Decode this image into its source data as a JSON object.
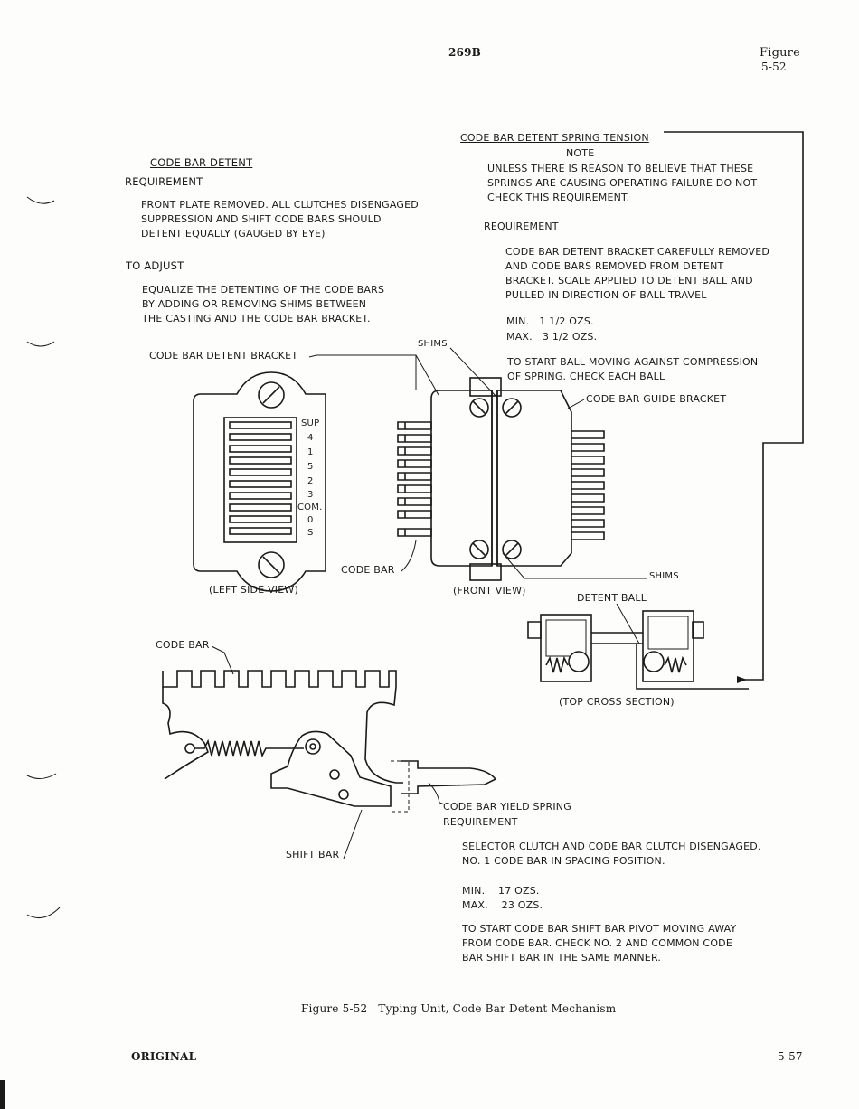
{
  "header": {
    "model": "269B",
    "figure_label": "Figure",
    "figure_number": "5-52"
  },
  "left": {
    "title": "CODE BAR DETENT",
    "requirement_heading": "REQUIREMENT",
    "requirement_text": "FRONT PLATE REMOVED. ALL CLUTCHES DISENGAGED\nSUPPRESSION AND SHIFT CODE BARS SHOULD\nDETENT EQUALLY (GAUGED BY EYE)",
    "adjust_heading": "TO ADJUST",
    "adjust_text": "EQUALIZE THE DETENTING OF THE CODE BARS\nBY ADDING OR REMOVING SHIMS BETWEEN\nTHE CASTING AND THE CODE BAR BRACKET."
  },
  "right": {
    "title": "CODE BAR DETENT SPRING TENSION",
    "note_heading": "NOTE",
    "note_text": "UNLESS THERE IS REASON TO BELIEVE THAT THESE\nSPRINGS ARE CAUSING OPERATING FAILURE DO NOT\nCHECK THIS REQUIREMENT.",
    "requirement_heading": "REQUIREMENT",
    "requirement_text": "CODE BAR DETENT BRACKET CAREFULLY REMOVED\nAND CODE BARS REMOVED FROM DETENT\nBRACKET. SCALE APPLIED TO DETENT BALL AND\nPULLED IN DIRECTION OF BALL TRAVEL",
    "min": "MIN.   1 1/2 OZS.",
    "max": "MAX.   3 1/2 OZS.",
    "start_text": "TO START BALL MOVING AGAINST COMPRESSION\nOF SPRING. CHECK EACH BALL"
  },
  "labels": {
    "detent_bracket": "CODE BAR DETENT BRACKET",
    "shims_top": "SHIMS",
    "guide_bracket": "CODE BAR GUIDE BRACKET",
    "code_bar_front": "CODE BAR",
    "shims_right": "SHIMS",
    "left_side_view": "(LEFT SIDE VIEW)",
    "front_view": "(FRONT VIEW)",
    "detent_ball": "DETENT BALL",
    "top_cross_section": "(TOP CROSS SECTION)",
    "code_bar_lower": "CODE BAR",
    "shift_bar": "SHIFT BAR",
    "bar_names": [
      "SUP",
      "4",
      "1",
      "5",
      "2",
      "3",
      "COM.",
      "0",
      "S"
    ]
  },
  "yield": {
    "title": "CODE BAR YIELD SPRING",
    "requirement_heading": "REQUIREMENT",
    "requirement_text": "SELECTOR CLUTCH AND CODE BAR CLUTCH DISENGAGED.\nNO. 1 CODE BAR IN SPACING POSITION.",
    "min": "MIN.    17 OZS.",
    "max": "MAX.    23 OZS.",
    "start_text": "TO START CODE BAR SHIFT BAR PIVOT MOVING AWAY\nFROM CODE BAR. CHECK NO. 2 AND COMMON CODE\nBAR SHIFT BAR IN THE SAME MANNER."
  },
  "caption": "Figure 5-52   Typing Unit, Code Bar Detent Mechanism",
  "footer": {
    "left": "ORIGINAL",
    "right": "5-57"
  }
}
